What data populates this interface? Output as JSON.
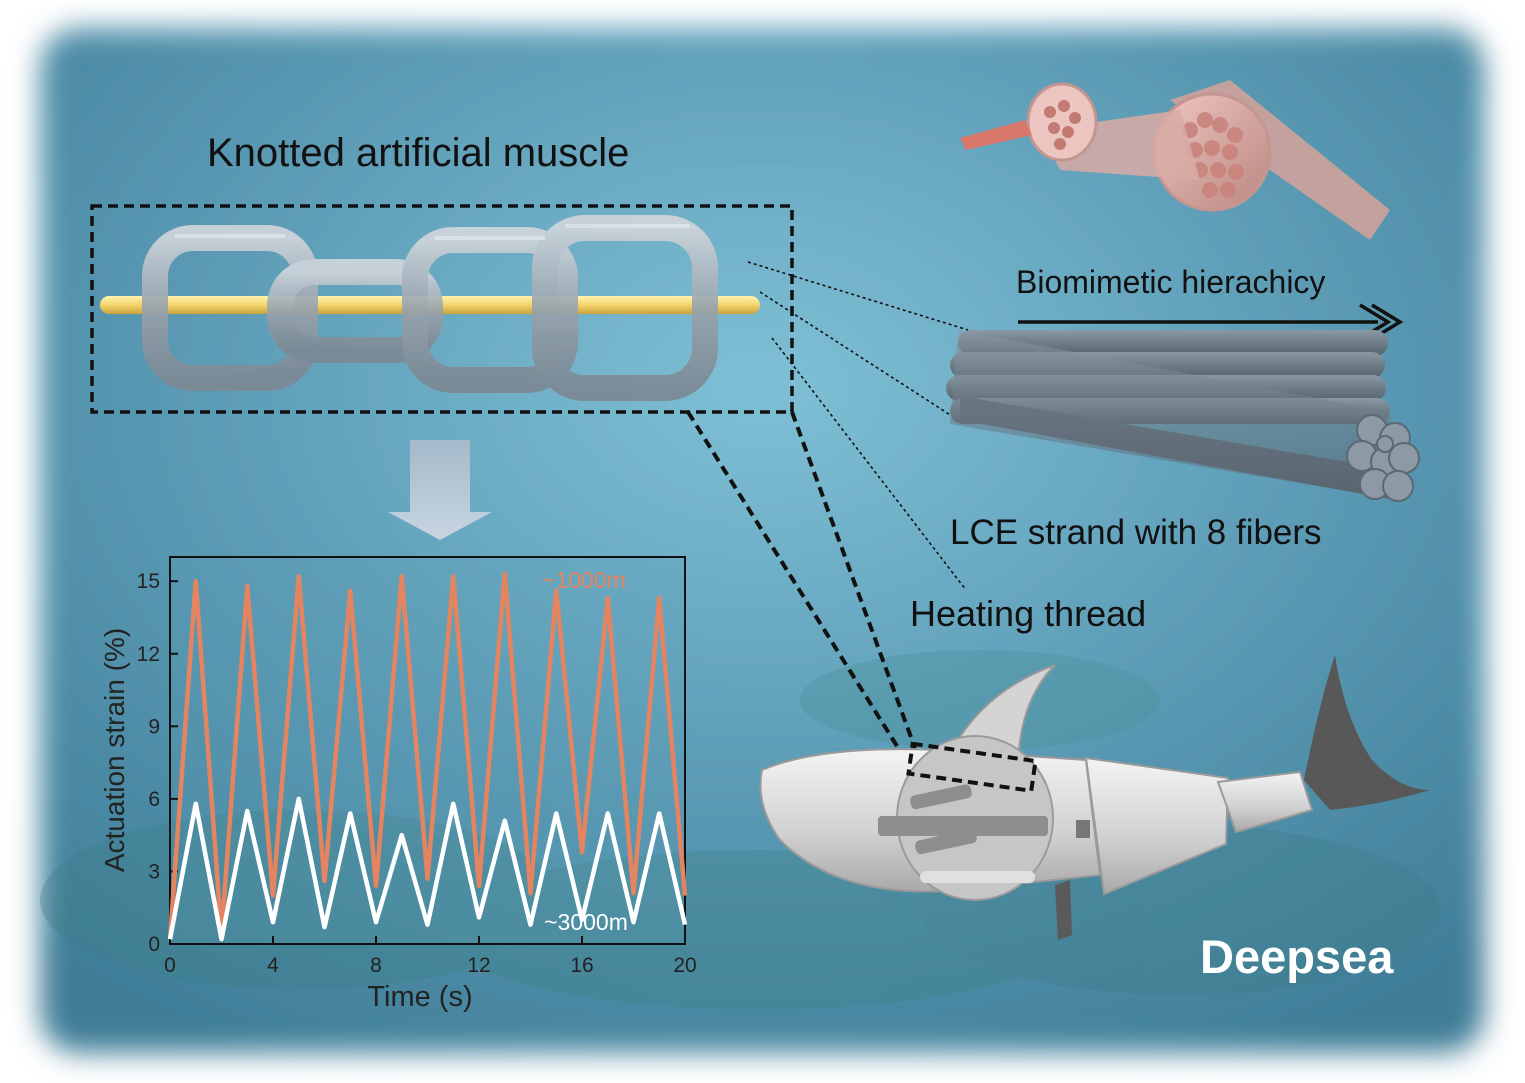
{
  "labels": {
    "knotted": "Knotted artificial muscle",
    "biomimetic": "Biomimetic hierachicy",
    "lce": "LCE strand with 8 fibers",
    "heating": "Heating thread",
    "deepsea": "Deepsea"
  },
  "colors": {
    "sea": "#5f9fb9",
    "series_1000m": "#e48460",
    "series_3000m": "#ffffff",
    "strand": "#6c7a86"
  },
  "chart_data": {
    "type": "line",
    "xlabel": "Time (s)",
    "ylabel": "Actuation strain (%)",
    "xlim": [
      0,
      20
    ],
    "ylim": [
      0,
      16
    ],
    "xticks": [
      0,
      4,
      8,
      12,
      16,
      20
    ],
    "yticks": [
      0,
      3,
      6,
      9,
      12,
      15
    ],
    "series": [
      {
        "name": "~1000m",
        "color": "#e48460",
        "x": [
          0,
          1,
          2,
          3,
          4,
          5,
          6,
          7,
          8,
          9,
          10,
          11,
          12,
          13,
          14,
          15,
          16,
          17,
          18,
          19,
          20
        ],
        "y": [
          0.2,
          15.0,
          0.4,
          14.8,
          2.0,
          15.2,
          2.6,
          14.6,
          2.4,
          15.2,
          2.7,
          15.2,
          2.4,
          15.3,
          2.1,
          14.6,
          3.8,
          14.3,
          2.1,
          14.3,
          2.0
        ]
      },
      {
        "name": "~3000m",
        "color": "#ffffff",
        "x": [
          0,
          1,
          2,
          3,
          4,
          5,
          6,
          7,
          8,
          9,
          10,
          11,
          12,
          13,
          14,
          15,
          16,
          17,
          18,
          19,
          20
        ],
        "y": [
          0.2,
          5.8,
          0.2,
          5.5,
          0.9,
          6.0,
          0.7,
          5.4,
          0.9,
          4.5,
          0.8,
          5.8,
          1.1,
          5.1,
          0.8,
          5.4,
          1.0,
          5.4,
          0.9,
          5.4,
          0.8
        ]
      }
    ]
  }
}
